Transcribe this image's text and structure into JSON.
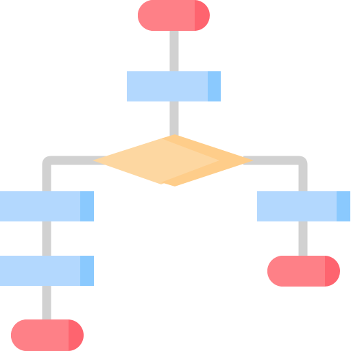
{
  "icon": "flowchart-icon",
  "colors": {
    "connector": "#d1d1d1",
    "terminal": "#fe8087",
    "terminal_shade": "#fe646f",
    "process": "#b3d8fe",
    "process_shade": "#8ac9fe",
    "decision": "#fdd7a1",
    "decision_shade": "#fecd8a"
  },
  "nodes": [
    {
      "id": "start",
      "kind": "terminal",
      "label": ""
    },
    {
      "id": "process-1",
      "kind": "process",
      "label": ""
    },
    {
      "id": "decision",
      "kind": "decision",
      "label": ""
    },
    {
      "id": "process-left-1",
      "kind": "process",
      "label": ""
    },
    {
      "id": "process-left-2",
      "kind": "process",
      "label": ""
    },
    {
      "id": "end-left",
      "kind": "terminal",
      "label": ""
    },
    {
      "id": "process-right-1",
      "kind": "process",
      "label": ""
    },
    {
      "id": "end-right",
      "kind": "terminal",
      "label": ""
    }
  ]
}
